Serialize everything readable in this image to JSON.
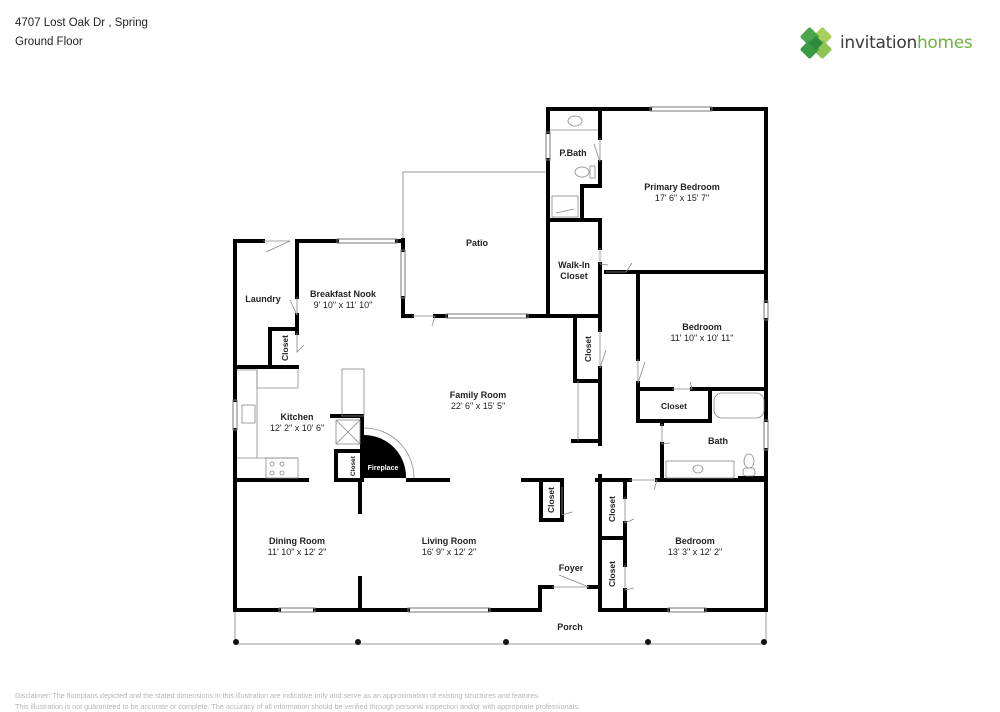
{
  "header": {
    "address": "4707 Lost Oak Dr , Spring",
    "floor": "Ground Floor"
  },
  "logo": {
    "word1": "invitation",
    "word2": "homes",
    "icon": "clover-logo-icon",
    "colors": {
      "dark": "#3a3a3a",
      "green": "#6fb43f",
      "green_dark": "#2e8b3e"
    }
  },
  "rooms": {
    "primary_bedroom": {
      "name": "Primary Bedroom",
      "dims": "17' 6\" x 15' 7\""
    },
    "pbath": {
      "name": "P.Bath"
    },
    "walkin_closet": {
      "name_line1": "Walk-In",
      "name_line2": "Closet"
    },
    "patio": {
      "name": "Patio"
    },
    "breakfast_nook": {
      "name": "Breakfast Nook",
      "dims": "9' 10\" x 11' 10\""
    },
    "laundry": {
      "name": "Laundry"
    },
    "family_room": {
      "name": "Family Room",
      "dims": "22' 6\" x 15' 5\""
    },
    "bedroom2": {
      "name": "Bedroom",
      "dims": "11' 10\" x 10' 11\""
    },
    "bath": {
      "name": "Bath"
    },
    "kitchen": {
      "name": "Kitchen",
      "dims": "12' 2\" x 10' 6\""
    },
    "fireplace": {
      "name": "Fireplace"
    },
    "dining_room": {
      "name": "Dining Room",
      "dims": "11' 10\" x 12' 2\""
    },
    "living_room": {
      "name": "Living Room",
      "dims": "16' 9\" x 12' 2\""
    },
    "foyer": {
      "name": "Foyer"
    },
    "bedroom3": {
      "name": "Bedroom",
      "dims": "13' 3\" x 12' 2\""
    },
    "porch": {
      "name": "Porch"
    }
  },
  "closets": {
    "label": "Closet",
    "laundry_closet": "Closet",
    "family_closet": "Closet",
    "bedroom2_closet": "Closet",
    "kitchen_closet": "Closet",
    "foyer_closet": "Closet",
    "bedroom3_closet_a": "Closet",
    "bedroom3_closet_b": "Closet"
  },
  "disclaimer": {
    "line1": "Disclaimer: The floorplans depicted and the stated dimensions in this illustration are indicative only and serve as an approximation of existing structures and features.",
    "line2": "This illustration is not guaranteed to be accurate or complete. The accuracy of all information should be verified through personal inspection and/or with appropriate professionals."
  }
}
